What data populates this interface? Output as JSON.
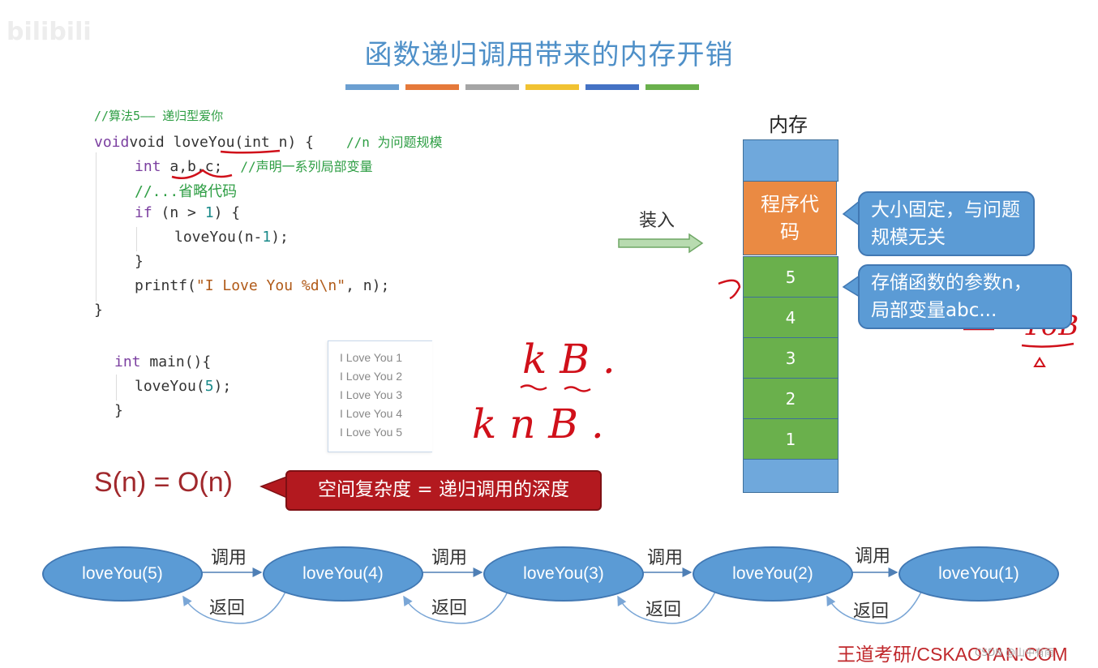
{
  "watermark": "bilibili",
  "title": "函数递归调用带来的内存开销",
  "color_bars": [
    "#6b9fd1",
    "#e5793a",
    "#a5a5a5",
    "#f1c232",
    "#4472c4",
    "#6ab04c"
  ],
  "code": {
    "line1_comment": "//算法5—— 递归型爱你",
    "line2_void": "void loveYou(",
    "line2_param": "int n",
    "line2_brace": ") {",
    "line2_comment": "//n 为问题规模",
    "line3_int": "int",
    "line3_vars": " a,b,c;",
    "line3_comment": "//声明一系列局部变量",
    "line4_comment": "//...省略代码",
    "line5_if": "if",
    "line5_cond_a": " (n > ",
    "line5_num": "1",
    "line5_cond_b": ") {",
    "line6_call_a": "loveYou(n-",
    "line6_num": "1",
    "line6_call_b": ");",
    "line7": "}",
    "line8_printf": "printf(",
    "line8_str": "\"I Love You %d\\n\"",
    "line8_rest": ", n);",
    "line9": "}",
    "main_int": "int",
    "main_rest": " main(){",
    "main_call_a": "loveYou(",
    "main_num": "5",
    "main_call_b": ");",
    "main_close": "}"
  },
  "output_lines": [
    "I Love You 1",
    "I Love You 2",
    "I Love You 3",
    "I Love You 4",
    "I Love You 5"
  ],
  "handwriting": {
    "kb": "k B .",
    "knb": "k n B .",
    "size_16b": "16B"
  },
  "load_label": "装入",
  "memory": {
    "label": "内存",
    "program_code": "程序代码",
    "frames": [
      "5",
      "4",
      "3",
      "2",
      "1"
    ],
    "colors": {
      "top": "#6fa8dc",
      "program": "#ea8a43",
      "frame": "#6ab04c",
      "bottom": "#6fa8dc"
    }
  },
  "callout_fixed": "大小固定，与问题规模无关",
  "callout_params_a": "存储函数的参数n，",
  "callout_params_b": "局部变量abc...",
  "space_complexity": "S(n) = O(n)",
  "space_note": "空间复杂度 = 递归调用的深度",
  "calls": [
    "loveYou(5)",
    "loveYou(4)",
    "loveYou(3)",
    "loveYou(2)",
    "loveYou(1)"
  ],
  "call_label": "调用",
  "return_label": "返回",
  "footer": "王道考研/CSKAOYAN.COM",
  "csdn_watermark": "CSDN @山中有雨"
}
